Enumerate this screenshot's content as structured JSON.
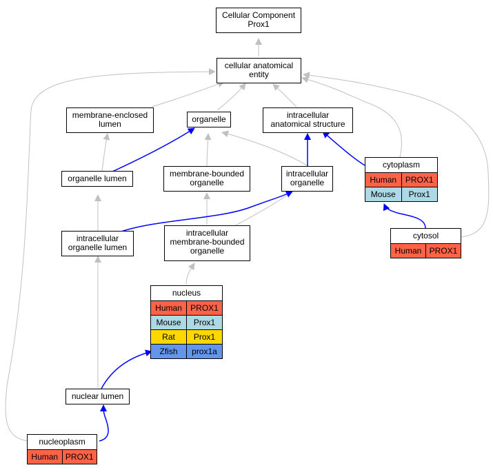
{
  "colors": {
    "Human": "#ff6347",
    "Mouse": "#add8e6",
    "Rat": "#ffd700",
    "Zfish": "#6495ed",
    "blue_edge": "#0000ff",
    "gray_edge": "#c0c0c0"
  },
  "nodes": {
    "root": {
      "line1": "Cellular Component",
      "line2": "Prox1"
    },
    "cae": {
      "line1": "cellular anatomical",
      "line2": "entity"
    },
    "mel": {
      "line1": "membrane-enclosed",
      "line2": "lumen"
    },
    "organelle": {
      "line1": "organelle"
    },
    "ias": {
      "line1": "intracellular",
      "line2": "anatomical structure"
    },
    "ol": {
      "line1": "organelle lumen"
    },
    "mbo": {
      "line1": "membrane-bounded",
      "line2": "organelle"
    },
    "io": {
      "line1": "intracellular",
      "line2": "organelle"
    },
    "cytoplasm": {
      "line1": "cytoplasm",
      "rows": [
        {
          "species": "Human",
          "gene": "PROX1"
        },
        {
          "species": "Mouse",
          "gene": "Prox1"
        }
      ]
    },
    "iol": {
      "line1": "intracellular",
      "line2": "organelle lumen"
    },
    "imbo": {
      "line1": "intracellular",
      "line2": "membrane-bounded",
      "line3": "organelle"
    },
    "cytosol": {
      "line1": "cytosol",
      "rows": [
        {
          "species": "Human",
          "gene": "PROX1"
        }
      ]
    },
    "nucleus": {
      "line1": "nucleus",
      "rows": [
        {
          "species": "Human",
          "gene": "PROX1"
        },
        {
          "species": "Mouse",
          "gene": "Prox1"
        },
        {
          "species": "Rat",
          "gene": "Prox1"
        },
        {
          "species": "Zfish",
          "gene": "prox1a"
        }
      ]
    },
    "nl": {
      "line1": "nuclear lumen"
    },
    "np": {
      "line1": "nucleoplasm",
      "rows": [
        {
          "species": "Human",
          "gene": "PROX1"
        }
      ]
    }
  }
}
